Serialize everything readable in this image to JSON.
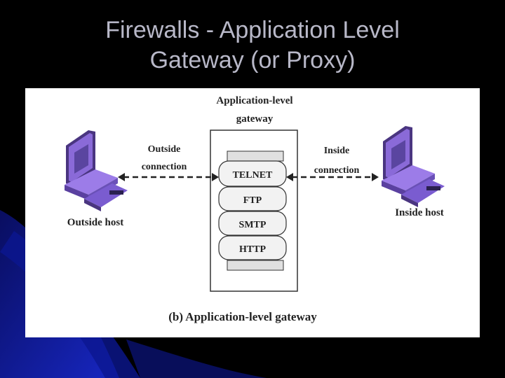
{
  "slide": {
    "title_line1": "Firewalls - Application Level",
    "title_line2": "Gateway (or Proxy)"
  },
  "diagram": {
    "gateway_label_line1": "Application-level",
    "gateway_label_line2": "gateway",
    "outside_conn_line1": "Outside",
    "outside_conn_line2": "connection",
    "inside_conn_line1": "Inside",
    "inside_conn_line2": "connection",
    "outside_host": "Outside host",
    "inside_host": "Inside host",
    "protocols": [
      "TELNET",
      "FTP",
      "SMTP",
      "HTTP"
    ],
    "caption": "(b) Application-level gateway"
  },
  "colors": {
    "computer": "#8a6ad8",
    "computer_dark": "#4a3580",
    "title_text": "#b8b8c8",
    "background": "#000000",
    "accent_blue": "#1a2bd8"
  }
}
